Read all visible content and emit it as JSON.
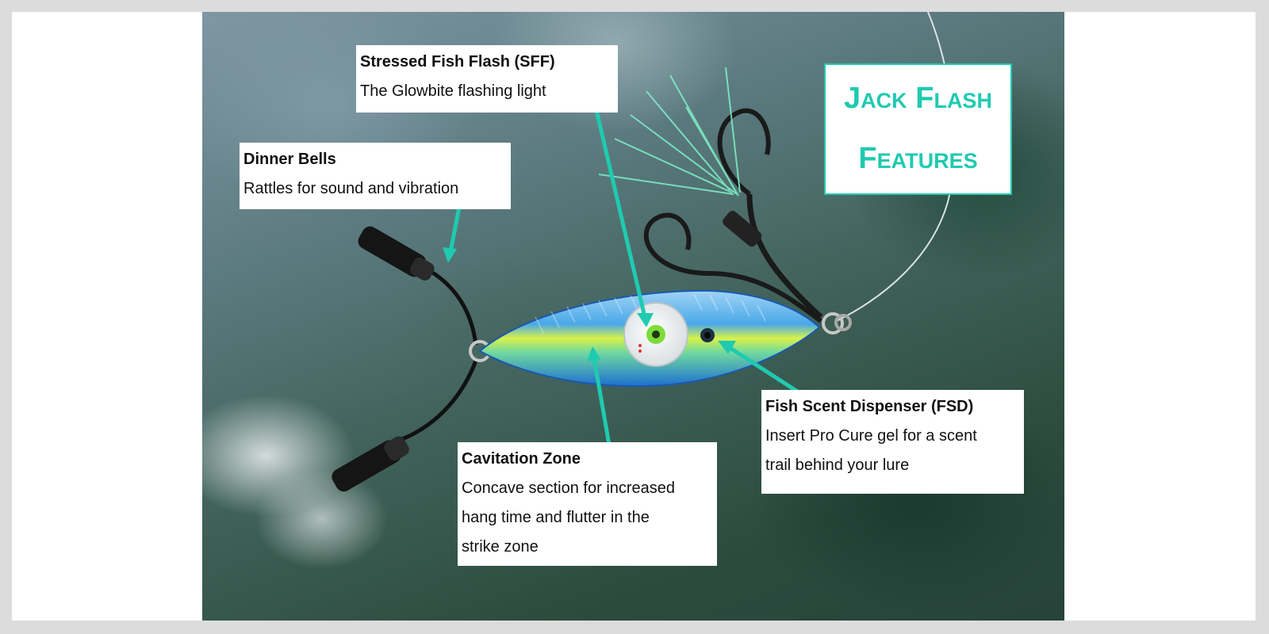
{
  "title": {
    "line1": "Jack Flash",
    "line2": "Features"
  },
  "callouts": {
    "sff": {
      "title": "Stressed Fish Flash (SFF)",
      "description": "The Glowbite flashing light"
    },
    "dinner_bells": {
      "title": "Dinner Bells",
      "description": "Rattles for sound and vibration"
    },
    "fsd": {
      "title": "Fish Scent Dispenser (FSD)",
      "description_line1": "Insert Pro Cure gel for a scent",
      "description_line2": "trail behind your lure"
    },
    "cavitation": {
      "title": "Cavitation Zone",
      "description_line1": "Concave section for increased",
      "description_line2": "hang time and flutter in the",
      "description_line3": "strike zone"
    }
  },
  "colors": {
    "accent": "#1fcab0",
    "lure_blue": "#3fa6e6",
    "lure_green": "#c9f03c"
  }
}
